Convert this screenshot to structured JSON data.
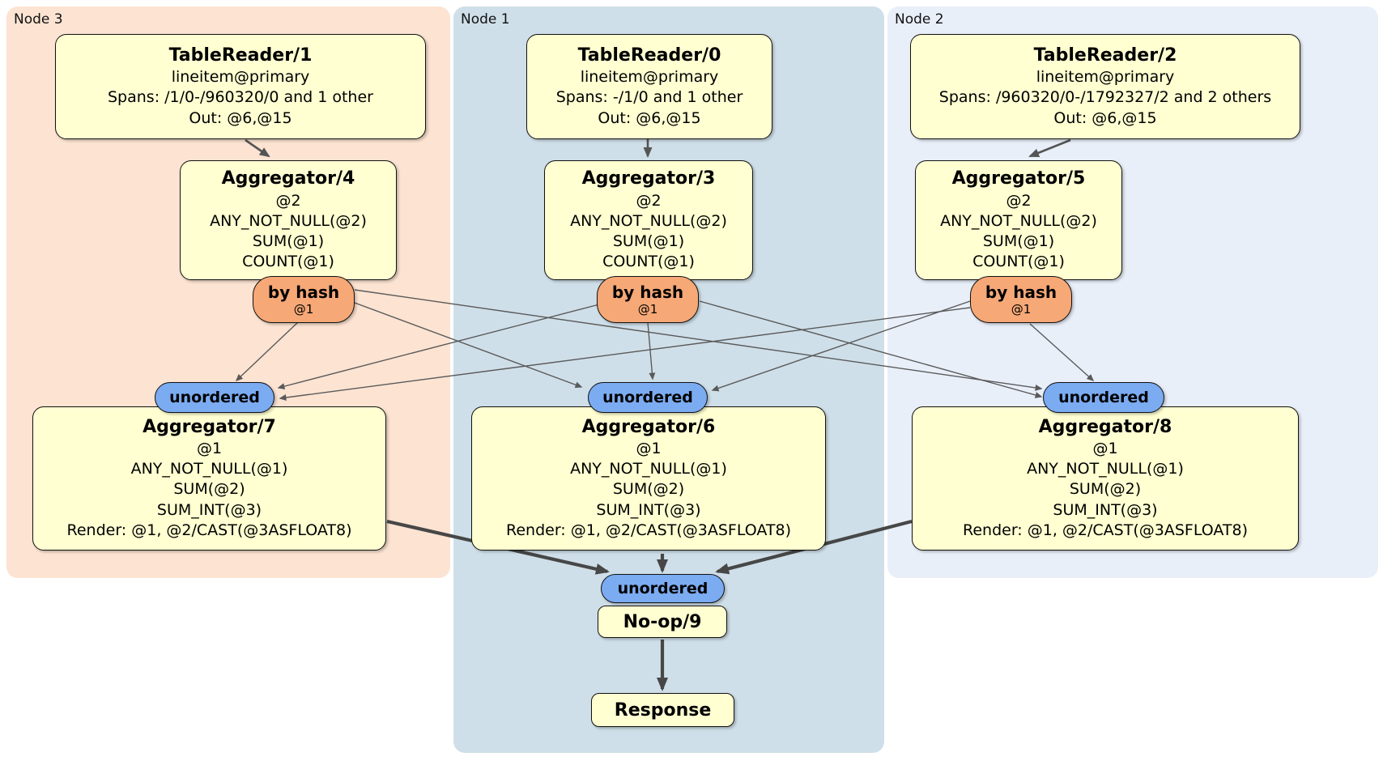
{
  "regions": [
    {
      "label": "Node 3"
    },
    {
      "label": "Node 1"
    },
    {
      "label": "Node 2"
    }
  ],
  "processors": {
    "tr1": {
      "title": "TableReader/1",
      "lines": [
        "lineitem@primary",
        "Spans: /1/0-/960320/0 and 1 other",
        "Out: @6,@15"
      ]
    },
    "tr0": {
      "title": "TableReader/0",
      "lines": [
        "lineitem@primary",
        "Spans: -/1/0 and 1 other",
        "Out: @6,@15"
      ]
    },
    "tr2": {
      "title": "TableReader/2",
      "lines": [
        "lineitem@primary",
        "Spans: /960320/0-/1792327/2 and 2 others",
        "Out: @6,@15"
      ]
    },
    "agg4": {
      "title": "Aggregator/4",
      "lines": [
        "@2",
        "ANY_NOT_NULL(@2)",
        "SUM(@1)",
        "COUNT(@1)"
      ]
    },
    "agg3": {
      "title": "Aggregator/3",
      "lines": [
        "@2",
        "ANY_NOT_NULL(@2)",
        "SUM(@1)",
        "COUNT(@1)"
      ]
    },
    "agg5": {
      "title": "Aggregator/5",
      "lines": [
        "@2",
        "ANY_NOT_NULL(@2)",
        "SUM(@1)",
        "COUNT(@1)"
      ]
    },
    "agg7": {
      "title": "Aggregator/7",
      "lines": [
        "@1",
        "ANY_NOT_NULL(@1)",
        "SUM(@2)",
        "SUM_INT(@3)",
        "Render: @1, @2/CAST(@3ASFLOAT8)"
      ]
    },
    "agg6": {
      "title": "Aggregator/6",
      "lines": [
        "@1",
        "ANY_NOT_NULL(@1)",
        "SUM(@2)",
        "SUM_INT(@3)",
        "Render: @1, @2/CAST(@3ASFLOAT8)"
      ]
    },
    "agg8": {
      "title": "Aggregator/8",
      "lines": [
        "@1",
        "ANY_NOT_NULL(@1)",
        "SUM(@2)",
        "SUM_INT(@3)",
        "Render: @1, @2/CAST(@3ASFLOAT8)"
      ]
    },
    "noop": {
      "title": "No-op/9"
    },
    "response": {
      "title": "Response"
    }
  },
  "router": {
    "label": "by hash",
    "key": "@1"
  },
  "stream": {
    "label": "unordered"
  },
  "colors": {
    "node3_bg": "#fce3d2",
    "node1_bg": "#cfdfe9",
    "node2_bg": "#e9eff9",
    "processor_bg": "#ffffd2",
    "router_bg": "#f6a877",
    "stream_bg": "#7babf1",
    "edge_thin": "#5a5a5a",
    "edge_thick": "#474747"
  }
}
